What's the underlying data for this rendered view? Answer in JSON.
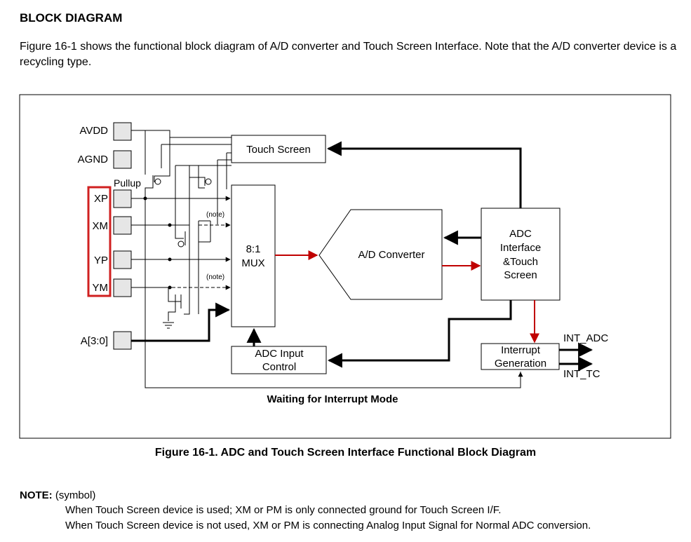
{
  "heading": "BLOCK DIAGRAM",
  "intro": "Figure 16-1 shows the functional block diagram of A/D converter and Touch Screen Interface. Note that the A/D converter device is a recycling type.",
  "diagram": {
    "pins": [
      "AVDD",
      "AGND",
      "XP",
      "XM",
      "YP",
      "YM",
      "A[3:0]"
    ],
    "pullup_label": "Pullup",
    "note_marks": [
      "(note)",
      "(note)"
    ],
    "touch_screen": "Touch Screen",
    "mux": [
      "8:1",
      "MUX"
    ],
    "adc_input_control": [
      "ADC Input",
      "Control"
    ],
    "ad_converter": "A/D Converter",
    "adc_interface": [
      "ADC",
      "Interface",
      "&Touch",
      "Screen"
    ],
    "interrupt_generation": [
      "Interrupt",
      "Generation"
    ],
    "outputs": [
      "INT_ADC",
      "INT_TC"
    ],
    "wait_mode": "Waiting for Interrupt Mode",
    "highlight_color": "#d02020",
    "arrow_color": "#c00000"
  },
  "caption": "Figure 16-1. ADC and Touch Screen Interface Functional Block Diagram",
  "note": {
    "label": "NOTE:",
    "symbol": " (symbol)",
    "lines": [
      "When Touch Screen device is used; XM or PM is only connected ground for Touch Screen I/F.",
      "When Touch Screen device is not used, XM or PM is connecting Analog Input Signal for Normal ADC conversion."
    ]
  }
}
